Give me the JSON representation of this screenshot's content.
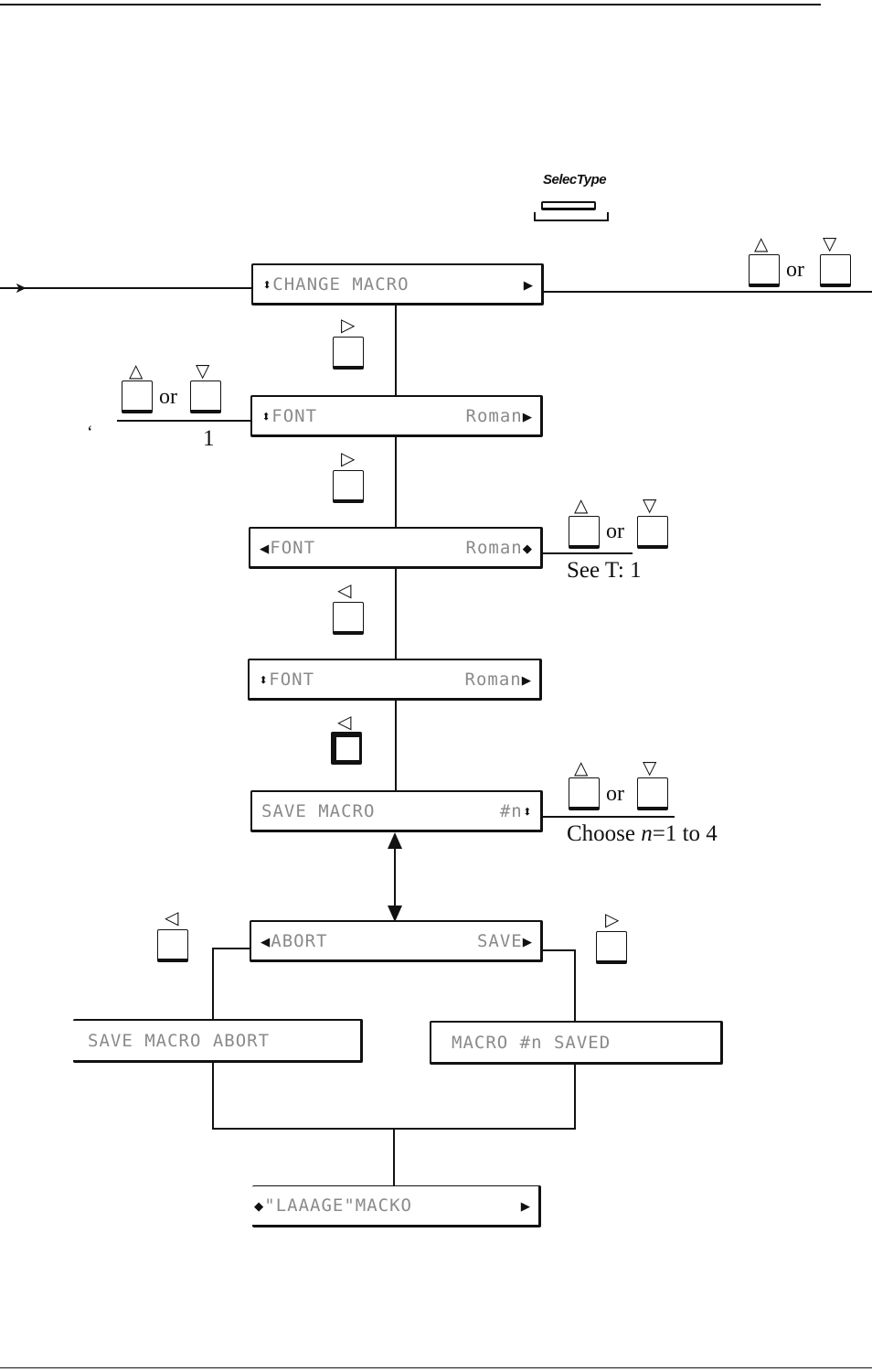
{
  "selectype_label": "SelecType",
  "or_text": "or",
  "icons": {
    "up": "△",
    "down": "▽",
    "right": "▷",
    "left": "◁",
    "updown": "⬍",
    "right_solid": "▶",
    "left_solid": "◀",
    "diamond": "◆"
  },
  "screens": {
    "change_macro": {
      "left": "CHANGE MACRO",
      "right": ""
    },
    "font_1": {
      "left": "FONT",
      "right": "Roman"
    },
    "font_2": {
      "left": "FONT",
      "right": "Roman"
    },
    "font_3": {
      "left": "FONT",
      "right": "Roman"
    },
    "save_macro": {
      "left": "SAVE MACRO",
      "right": "#n"
    },
    "abort_save": {
      "left": "ABORT",
      "right": "SAVE"
    },
    "save_macro_abort": {
      "left": "SAVE MACRO ABORT"
    },
    "macro_saved": {
      "left": "MACRO #n SAVED"
    },
    "change_macro_return": {
      "left": "\"LAAAGE\"MACKO"
    }
  },
  "notes": {
    "left_font_note": "1",
    "left_font_mark": "‘",
    "see_table": "See T:     1",
    "choose_n": "Choose n=1 to 4",
    "choose_n_prefix": "Choose ",
    "choose_n_var": "n",
    "choose_n_suffix": "=1 to 4"
  }
}
